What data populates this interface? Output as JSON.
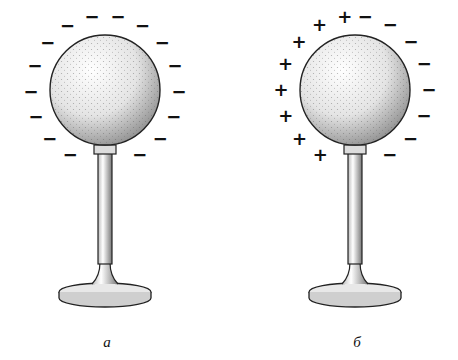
{
  "diagram": {
    "labels": [
      "−",
      "−",
      "−",
      "−",
      "−",
      "−",
      "−",
      "−",
      "−",
      "−",
      "−",
      "−",
      "−",
      "−",
      "−",
      "−",
      "+",
      "+",
      "+",
      "+",
      "+",
      "+",
      "+",
      "+",
      "−",
      "−",
      "−",
      "−",
      "−",
      "−",
      "−",
      "−",
      "а",
      "б"
    ]
  }
}
